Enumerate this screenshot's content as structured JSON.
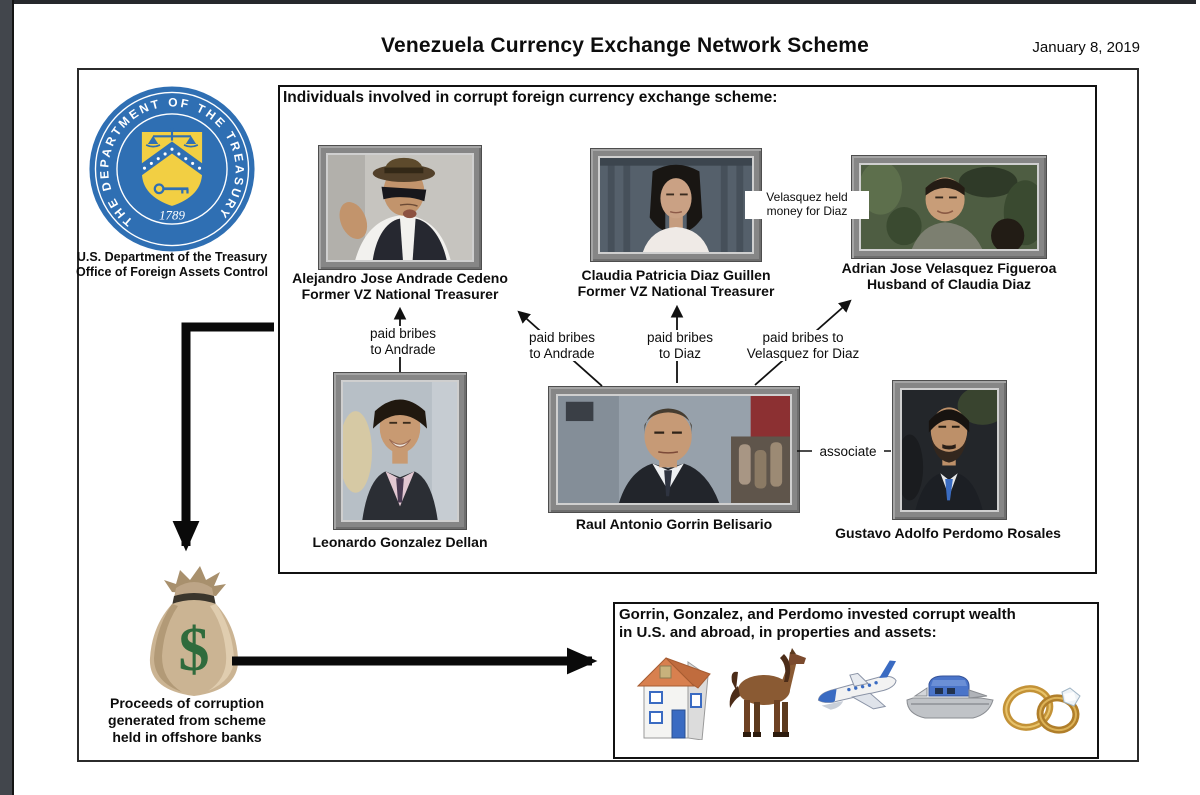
{
  "header": {
    "title": "Venezuela Currency Exchange Network Scheme",
    "date": "January 8, 2019"
  },
  "treasury": {
    "seal_ring_text": "THE DEPARTMENT OF THE TREASURY",
    "seal_year": "1789",
    "caption_line1": "U.S. Department of the Treasury",
    "caption_line2": "Office of Foreign Assets Control"
  },
  "individuals_box": {
    "heading": "Individuals involved in corrupt foreign currency exchange scheme:",
    "people": {
      "andrade": {
        "name": "Alejandro Jose Andrade Cedeno",
        "role": "Former VZ National Treasurer"
      },
      "diaz": {
        "name": "Claudia Patricia Diaz Guillen",
        "role": "Former VZ National Treasurer"
      },
      "velasquez": {
        "name": "Adrian Jose Velasquez Figueroa",
        "role": "Husband of Claudia Diaz"
      },
      "gonzalez": {
        "name": "Leonardo Gonzalez Dellan"
      },
      "gorrin": {
        "name": "Raul Antonio Gorrin Belisario"
      },
      "perdomo": {
        "name": "Gustavo Adolfo Perdomo Rosales"
      }
    },
    "relationships": {
      "gonzalez_to_andrade": "paid bribes\nto Andrade",
      "gorrin_to_andrade": "paid bribes\nto Andrade",
      "gorrin_to_diaz": "paid bribes\nto Diaz",
      "gorrin_to_velasquez": "paid bribes to\nVelasquez for Diaz",
      "velasquez_held_money": "Velasquez held\nmoney for Diaz",
      "gorrin_perdomo": "associate"
    }
  },
  "proceeds": {
    "money_symbol": "$",
    "caption": "Proceeds of corruption\ngenerated from scheme\nheld in offshore banks"
  },
  "assets_box": {
    "heading": "Gorrin, Gonzalez, and Perdomo invested corrupt wealth\nin U.S. and abroad, in properties and assets:",
    "icons": [
      "house-icon",
      "horse-icon",
      "private-jet-icon",
      "yacht-icon",
      "rings-icon"
    ]
  },
  "colors": {
    "seal_blue": "#2f6fb3",
    "seal_gold": "#f2cf43",
    "money_green": "#2f6b3c",
    "frame_gray": "#868686",
    "arrow_black": "#111111"
  }
}
